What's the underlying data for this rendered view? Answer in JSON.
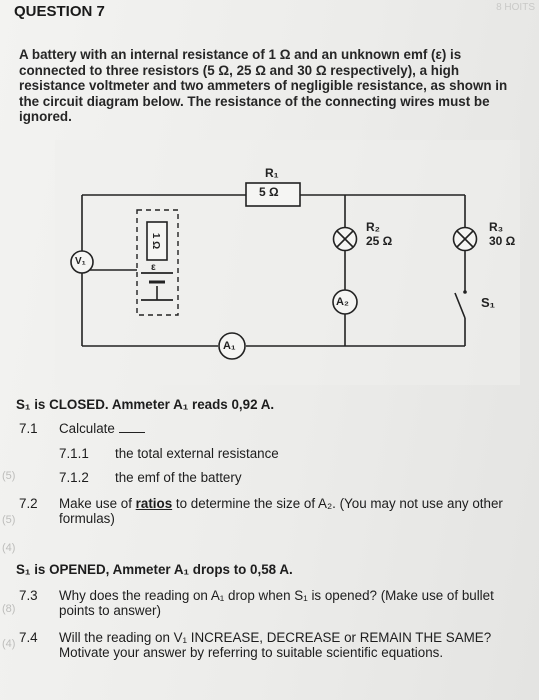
{
  "question": {
    "title": "QUESTION 7",
    "corner_text": "8 HOITS"
  },
  "intro_text": "A battery with an internal resistance of 1 Ω and an unknown emf (ε) is connected to three resistors (5 Ω, 25 Ω and 30 Ω respectively), a high resistance voltmeter and two ammeters of negligible resistance, as shown in the circuit diagram below. The resistance of the connecting wires must be ignored.",
  "circuit": {
    "r1_name": "R₁",
    "r1_value": "5 Ω",
    "r2_name": "R₂",
    "r2_value": "25 Ω",
    "r3_name": "R₃",
    "r3_value": "30 Ω",
    "internal_resistance": "1 Ω",
    "emf_symbol": "ε",
    "voltmeter": "V₁",
    "ammeter1": "A₁",
    "ammeter2": "A₂",
    "switch": "S₁"
  },
  "section_closed": {
    "heading": "S₁ is CLOSED. Ammeter A₁ reads 0,92 A.",
    "q71_num": "7.1",
    "q71_text": "Calculate",
    "q711_num": "7.1.1",
    "q711_text": "the total external resistance",
    "q712_num": "7.1.2",
    "q712_text": "the emf of the battery",
    "q72_num": "7.2",
    "q72_before": "Make use of ",
    "q72_ratio": "ratios",
    "q72_after": " to determine the size of A₂. (You may not use any other formulas)"
  },
  "section_opened": {
    "heading": "S₁ is OPENED, Ammeter A₁ drops to 0,58 A.",
    "q73_num": "7.3",
    "q73_text": "Why does the reading on A₁ drop when S₁ is opened? (Make use of bullet points to answer)",
    "q74_num": "7.4",
    "q74_text": "Will the reading on V₁ INCREASE, DECREASE or REMAIN THE SAME? Motivate your answer by referring to suitable scientific equations."
  },
  "margin_marks": [
    "(5)",
    "(5)",
    "(4)",
    "(8)",
    "(4)"
  ]
}
